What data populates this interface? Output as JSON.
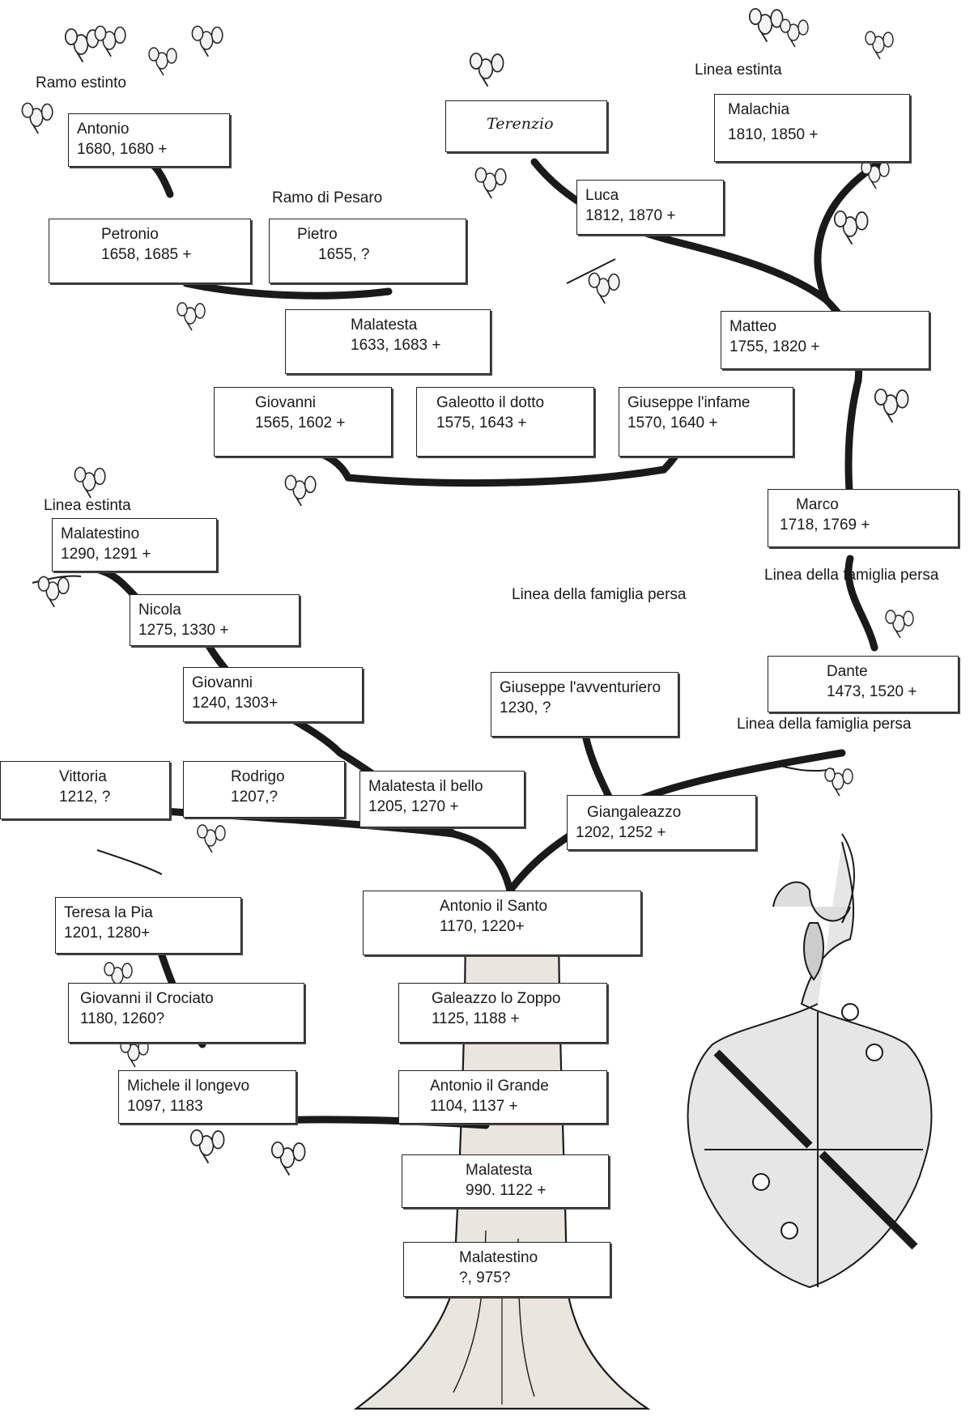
{
  "labels": {
    "ramo_estinto": "Ramo estinto",
    "linea_estinta_top": "Linea estinta",
    "ramo_di_pesaro": "Ramo di Pesaro",
    "linea_estinta_left": "Linea estinta",
    "linea_persa_1": "Linea della famiglia persa",
    "linea_persa_2": "Linea della famiglia persa",
    "linea_persa_3": "Linea della famiglia persa"
  },
  "members": {
    "antonio": {
      "name": "Antonio",
      "dates": "1680, 1680 +"
    },
    "petronio": {
      "name": "Petronio",
      "dates": "1658, 1685 +"
    },
    "pietro": {
      "name": "Pietro",
      "dates": "1655, ?"
    },
    "malatesta_1633": {
      "name": "Malatesta",
      "dates": "1633, 1683 +"
    },
    "giovanni_1565": {
      "name": "Giovanni",
      "dates": "1565, 1602 +"
    },
    "galeotto": {
      "name": "Galeotto il dotto",
      "dates": "1575, 1643 +"
    },
    "giuseppe_infame": {
      "name": "Giuseppe l'infame",
      "dates": "1570, 1640 +"
    },
    "terenzio": {
      "name": "Terenzio"
    },
    "malachia": {
      "name": "Malachia",
      "dates": "1810, 1850 +"
    },
    "luca": {
      "name": "Luca",
      "dates": "1812, 1870 +"
    },
    "matteo": {
      "name": "Matteo",
      "dates": "1755, 1820 +"
    },
    "marco": {
      "name": "Marco",
      "dates": "1718, 1769 +"
    },
    "dante": {
      "name": "Dante",
      "dates": "1473, 1520 +"
    },
    "malatestino_1290": {
      "name": "Malatestino",
      "dates": "1290, 1291 +"
    },
    "nicola": {
      "name": "Nicola",
      "dates": "1275, 1330 +"
    },
    "giovanni_1240": {
      "name": "Giovanni",
      "dates": "1240, 1303+"
    },
    "giuseppe_avv": {
      "name": "Giuseppe l'avventuriero 1230, ?"
    },
    "vittoria": {
      "name": "Vittoria",
      "dates": "1212, ?"
    },
    "rodrigo": {
      "name": "Rodrigo",
      "dates": "1207,?"
    },
    "malatesta_bello": {
      "name": "Malatesta il bello",
      "dates": "1205, 1270 +"
    },
    "giangaleazzo": {
      "name": "Giangaleazzo",
      "dates": "1202, 1252 +"
    },
    "teresa": {
      "name": "Teresa la Pia",
      "dates": "1201, 1280+"
    },
    "antonio_santo": {
      "name": "Antonio il Santo",
      "dates": "1170, 1220+"
    },
    "giovanni_crociato": {
      "name": "Giovanni il Crociato",
      "dates": "1180, 1260?"
    },
    "galeazzo": {
      "name": "Galeazzo lo Zoppo",
      "dates": "1125, 1188 +"
    },
    "michele": {
      "name": "Michele il longevo",
      "dates": "1097, 1183"
    },
    "antonio_grande": {
      "name": "Antonio il Grande",
      "dates": "1104, 1137 +"
    },
    "malatesta_990": {
      "name": "Malatesta",
      "dates": "990. 1122 +"
    },
    "malatestino_root": {
      "name": "Malatestino",
      "dates": "?, 975?"
    }
  },
  "colors": {
    "ink": "#1a1a1a",
    "paper": "#ffffff",
    "trunk_fill": "#e9e5df"
  }
}
